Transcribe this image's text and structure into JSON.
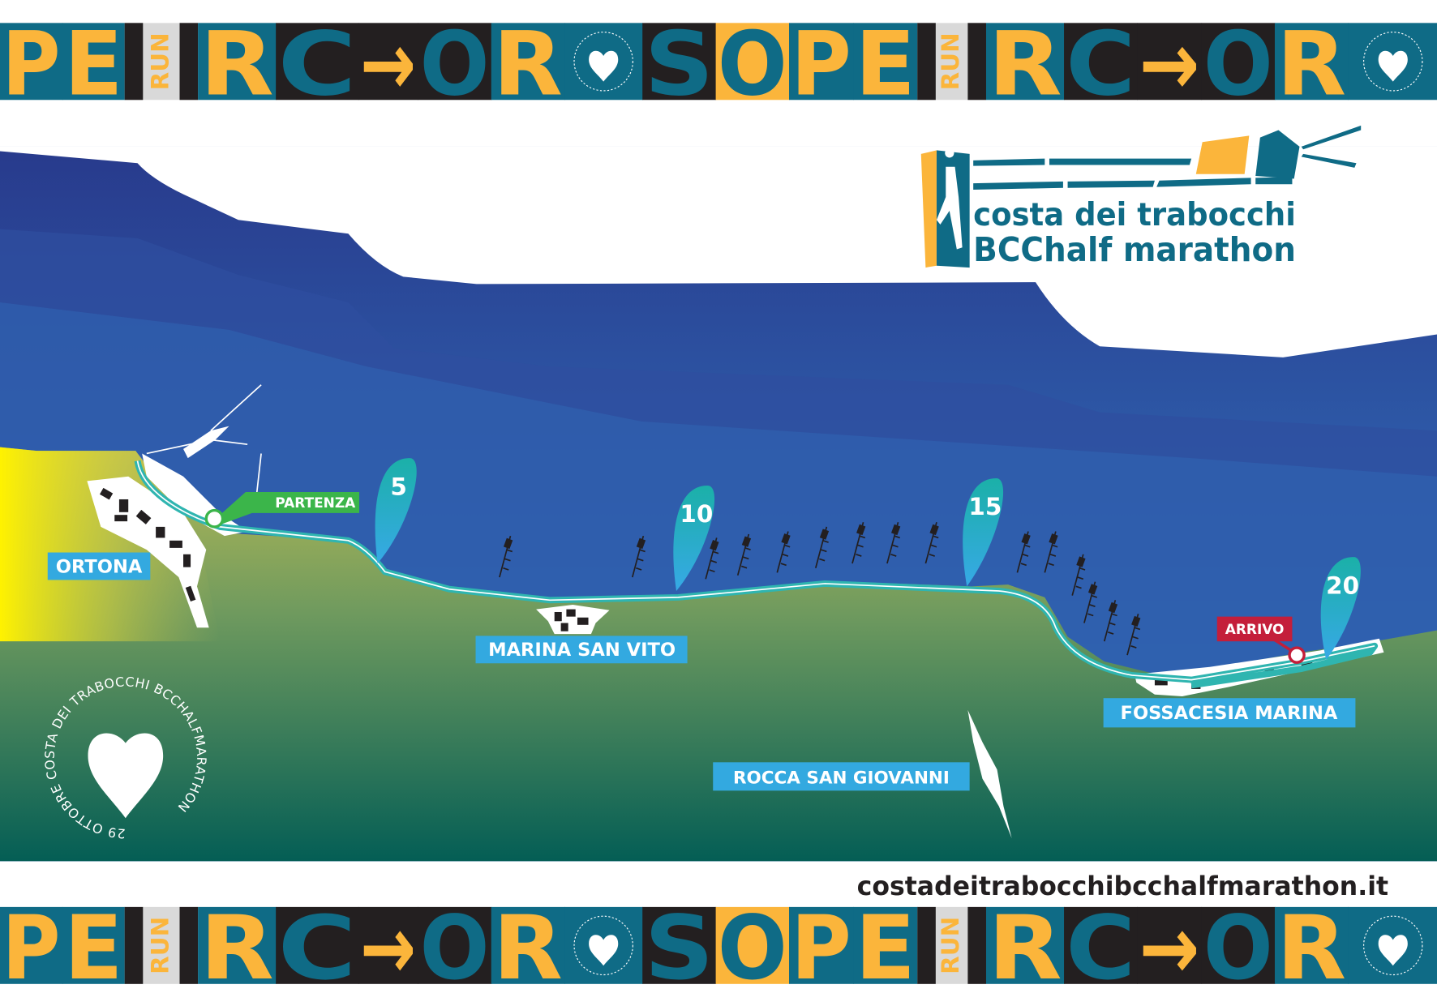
{
  "colors": {
    "teal": "#0f6b86",
    "yellow": "#fbb53b",
    "black": "#231f20",
    "label_blue": "#33a9e0",
    "start_green": "#3bb54a",
    "finish_red": "#c41e3a",
    "route": "#2fb5b0"
  },
  "band": {
    "segments": [
      {
        "text": "P",
        "bg": "#0f6b86",
        "fg": "#fbb53b"
      },
      {
        "text": "E",
        "bg": "#0f6b86",
        "fg": "#fbb53b"
      },
      {
        "text": "RUN",
        "bg": "#d9d9d9",
        "fg": "#fbb53b",
        "kind": "run"
      },
      {
        "text": "R",
        "bg": "#0f6b86",
        "fg": "#fbb53b"
      },
      {
        "text": "C",
        "bg": "#231f20",
        "fg": "#0f6b86"
      },
      {
        "text": "→",
        "bg": "#231f20",
        "fg": "#fbb53b"
      },
      {
        "text": "O",
        "bg": "#231f20",
        "fg": "#0f6b86"
      },
      {
        "text": "R",
        "bg": "#0f6b86",
        "fg": "#fbb53b"
      },
      {
        "text": "",
        "bg": "#0f6b86",
        "fg": "#fff",
        "kind": "badge"
      },
      {
        "text": "S",
        "bg": "#231f20",
        "fg": "#0f6b86"
      },
      {
        "text": "O",
        "bg": "#fbb53b",
        "fg": "#0f6b86"
      },
      {
        "text": "P",
        "bg": "#0f6b86",
        "fg": "#fbb53b"
      },
      {
        "text": "E",
        "bg": "#0f6b86",
        "fg": "#fbb53b"
      },
      {
        "text": "RUN",
        "bg": "#d9d9d9",
        "fg": "#fbb53b",
        "kind": "run"
      },
      {
        "text": "R",
        "bg": "#0f6b86",
        "fg": "#fbb53b"
      },
      {
        "text": "C",
        "bg": "#231f20",
        "fg": "#0f6b86"
      },
      {
        "text": "→",
        "bg": "#231f20",
        "fg": "#fbb53b"
      },
      {
        "text": "O",
        "bg": "#231f20",
        "fg": "#0f6b86"
      },
      {
        "text": "R",
        "bg": "#0f6b86",
        "fg": "#fbb53b"
      },
      {
        "text": "",
        "bg": "#0f6b86",
        "fg": "#fff",
        "kind": "badge"
      }
    ]
  },
  "logo": {
    "line1": "costa dei trabocchi",
    "line2_bcc": "BCC",
    "line2_rest": "half marathon"
  },
  "badge": {
    "circle_text": "29 OTTOBRE   COSTA DEI TRABOCCHI   BCCHALFMARATHON"
  },
  "map": {
    "towns": {
      "ortona": "ORTONA",
      "marina_san_vito": "MARINA SAN VITO",
      "rocca_san_giovanni": "ROCCA SAN GIOVANNI",
      "fossacesia_marina": "FOSSACESIA MARINA"
    },
    "start_label": "PARTENZA",
    "finish_label": "ARRIVO",
    "km_markers": [
      "5",
      "10",
      "15",
      "20"
    ]
  },
  "footer": {
    "url": "costadeitrabocchibcchalfmarathon.it"
  }
}
